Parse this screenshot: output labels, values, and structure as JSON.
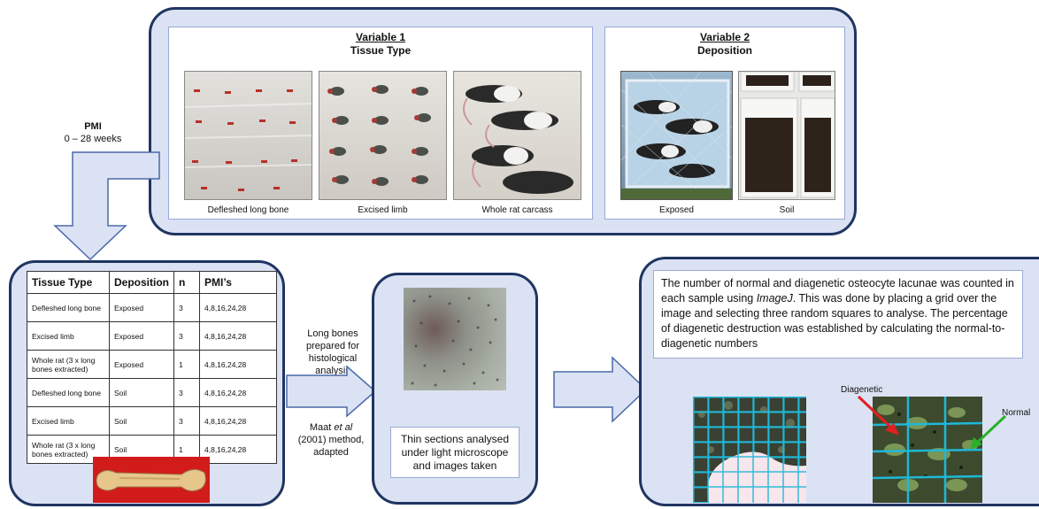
{
  "pmi": {
    "label": "PMI",
    "range": "0 – 28 weeks"
  },
  "variable1": {
    "heading": "Variable 1",
    "subheading": "Tissue Type",
    "captions": [
      "Defleshed long bone",
      "Excised limb",
      "Whole rat carcass"
    ]
  },
  "variable2": {
    "heading": "Variable 2",
    "subheading": "Deposition",
    "captions": [
      "Exposed",
      "Soil"
    ]
  },
  "table": {
    "headers": [
      "Tissue Type",
      "Deposition",
      "n",
      "PMI’s"
    ],
    "rows": [
      [
        "Defleshed long bone",
        "Exposed",
        "3",
        "4,8,16,24,28"
      ],
      [
        "Excised limb",
        "Exposed",
        "3",
        "4,8,16,24,28"
      ],
      [
        "Whole rat (3 x long bones extracted)",
        "Exposed",
        "1",
        "4,8,16,24,28"
      ],
      [
        "Defleshed long bone",
        "Soil",
        "3",
        "4,8,16,24,28"
      ],
      [
        "Excised limb",
        "Soil",
        "3",
        "4,8,16,24,28"
      ],
      [
        "Whole rat (3 x long bones extracted)",
        "Soil",
        "1",
        "4,8,16,24,28"
      ]
    ]
  },
  "prep_text": "Long bones prepared for histological analysis",
  "method": {
    "pre": "Maat ",
    "italic": "et al",
    "post": " (2001) method, adapted"
  },
  "microscope_caption": "Thin sections analysed under light microscope and images taken",
  "analysis": {
    "part1": "The number of normal and diagenetic osteocyte lacunae was counted in each sample using ",
    "italic": "ImageJ",
    "part2": ". This was done by placing a grid over the image and selecting three random squares to analyse. The percentage of diagenetic destruction was established by calculating the normal-to-diagenetic numbers"
  },
  "labels": {
    "diagenetic": "Diagenetic",
    "normal": "Normal"
  },
  "colors": {
    "panel_fill": "#dbe2f3",
    "panel_border": "#1f3561",
    "arrow_fill": "#dbe2f3",
    "arrow_stroke": "#4a69a8",
    "grid": "#1fb8d8",
    "red_arrow": "#e02020",
    "green_arrow": "#2ab02a"
  }
}
